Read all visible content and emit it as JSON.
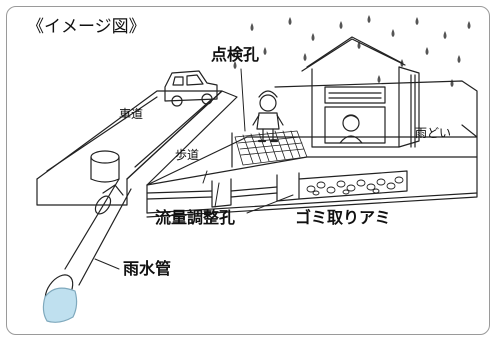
{
  "title": "《イメージ図》",
  "labels": {
    "inspection_hole": "点検孔",
    "roadway": "車道",
    "sidewalk": "歩道",
    "gutter": "雨どい",
    "flow_control_hole": "流量調整孔",
    "debris_net": "ゴミ取りアミ",
    "storm_pipe": "雨水管"
  },
  "colors": {
    "line": "#222222",
    "water": "#bfe0ef",
    "pipe": "#ffffff",
    "frame": "#9a9a9a"
  }
}
